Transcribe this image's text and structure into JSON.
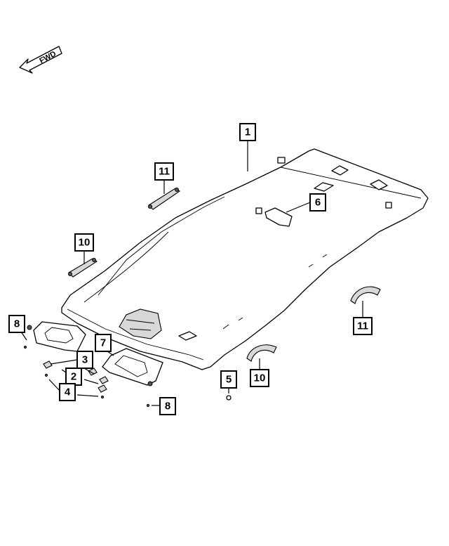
{
  "fwd_indicator": {
    "label": "FWD"
  },
  "callouts": [
    {
      "id": "c1a",
      "label": "1"
    },
    {
      "id": "c11a",
      "label": "11"
    },
    {
      "id": "c6",
      "label": "6"
    },
    {
      "id": "c10a",
      "label": "10"
    },
    {
      "id": "c8a",
      "label": "8"
    },
    {
      "id": "c7",
      "label": "7"
    },
    {
      "id": "c3",
      "label": "3"
    },
    {
      "id": "c2",
      "label": "2"
    },
    {
      "id": "c4",
      "label": "4"
    },
    {
      "id": "c11b",
      "label": "11"
    },
    {
      "id": "c5",
      "label": "5"
    },
    {
      "id": "c10b",
      "label": "10"
    },
    {
      "id": "c8b",
      "label": "8"
    }
  ]
}
